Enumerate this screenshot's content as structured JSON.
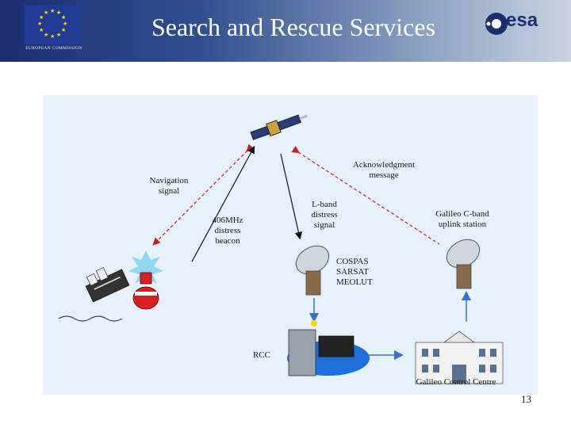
{
  "header": {
    "title": "Search and Rescue Services",
    "eu_caption": "EUROPEAN COMMISSION",
    "esa_logo_text": "esa"
  },
  "diagram": {
    "labels": {
      "navigation_signal": "Navigation signal",
      "acknowledgment_message": "Acknowledgment message",
      "lband_distress_signal": "L-band distress signal",
      "beacon_406": "406MHz distress beacon",
      "galileo_uplink": "Galileo C-band uplink station",
      "cospas_sarsat_meolut": "COSPAS SARSAT MEOLUT",
      "rcc": "RCC",
      "galileo_control_centre": "Galileo Control Centre"
    },
    "colors": {
      "background": "#e6f1fb",
      "dashed_signal": "#cc1f1f",
      "ground_link": "#3a6fd0",
      "black_arrow": "#111111"
    }
  },
  "page_number": "13"
}
